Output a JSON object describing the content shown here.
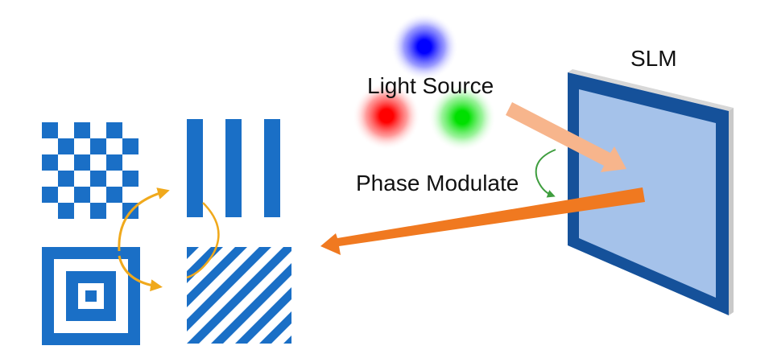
{
  "labels": {
    "slm": "SLM",
    "light_source": "Light Source",
    "phase_modulate": "Phase Modulate"
  },
  "colors": {
    "pattern_blue": "#1a6fc6",
    "slm_frame": "#15519a",
    "slm_panel": "#a5c2ea",
    "slm_edge": "#c9c9c9",
    "incident_beam": "#f7b58c",
    "outgoing_beam": "#f07920",
    "cycle_arrow": "#f0a91c",
    "modulate_arrow": "#3f9e3f",
    "source_red": "#ff0000",
    "source_green": "#00e000",
    "source_blue": "#0000ff"
  },
  "icons": {
    "light_sources": [
      "red-light-source-icon",
      "green-light-source-icon",
      "blue-light-source-icon"
    ],
    "patterns": [
      "checkerboard-pattern-icon",
      "vertical-stripes-pattern-icon",
      "concentric-squares-pattern-icon",
      "diagonal-stripes-pattern-icon"
    ]
  }
}
